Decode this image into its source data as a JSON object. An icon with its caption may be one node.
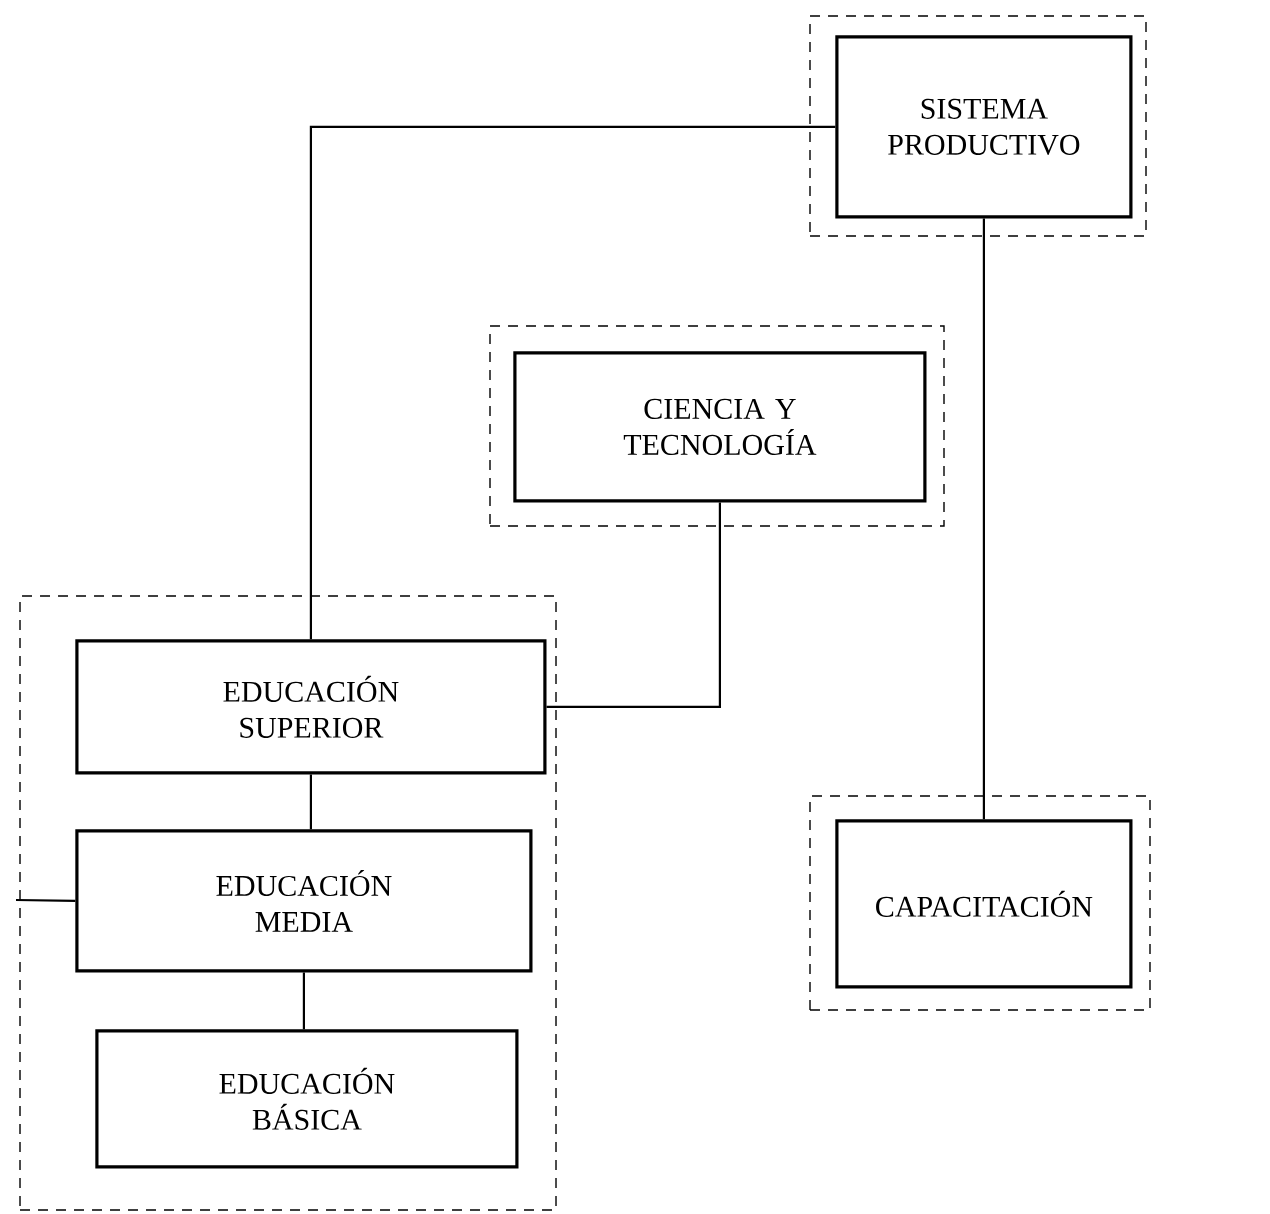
{
  "diagram": {
    "nodes": [
      {
        "text": [],
        "shape": "box"
      },
      {
        "text": [
          "SISTEMA PRODUCTIVO"
        ],
        "in": 0
      },
      {
        "text": [],
        "shape": "box"
      },
      {
        "text": [
          "CIENCIA Y TECNOLOGÍA"
        ],
        "in": 2
      },
      {
        "text": [],
        "shape": "box"
      },
      {
        "text": [
          "EDUCACIÓN SUPERIOR"
        ],
        "in": 4
      },
      {
        "text": [
          "EDUCACIÓN MEDIA"
        ],
        "in": 4
      },
      {
        "text": [
          "EDUCACIÓN BÁSICA"
        ],
        "in": 4
      },
      {
        "text": [],
        "shape": "box"
      },
      {
        "text": [
          "CAPACITACIÓN"
        ],
        "in": 8
      }
    ],
    "edges": [
      {
        "from": 5,
        "to": 1,
        "arrow": "none"
      },
      {
        "from": 3,
        "to": 5,
        "arrow": "none"
      },
      {
        "from": 1,
        "to": 9,
        "arrow": "none"
      },
      {
        "from": 5,
        "to": 6,
        "arrow": "none"
      },
      {
        "from": 6,
        "to": 7,
        "arrow": "none"
      },
      {
        "from": null,
        "to": 6,
        "arrow": "none"
      }
    ]
  }
}
